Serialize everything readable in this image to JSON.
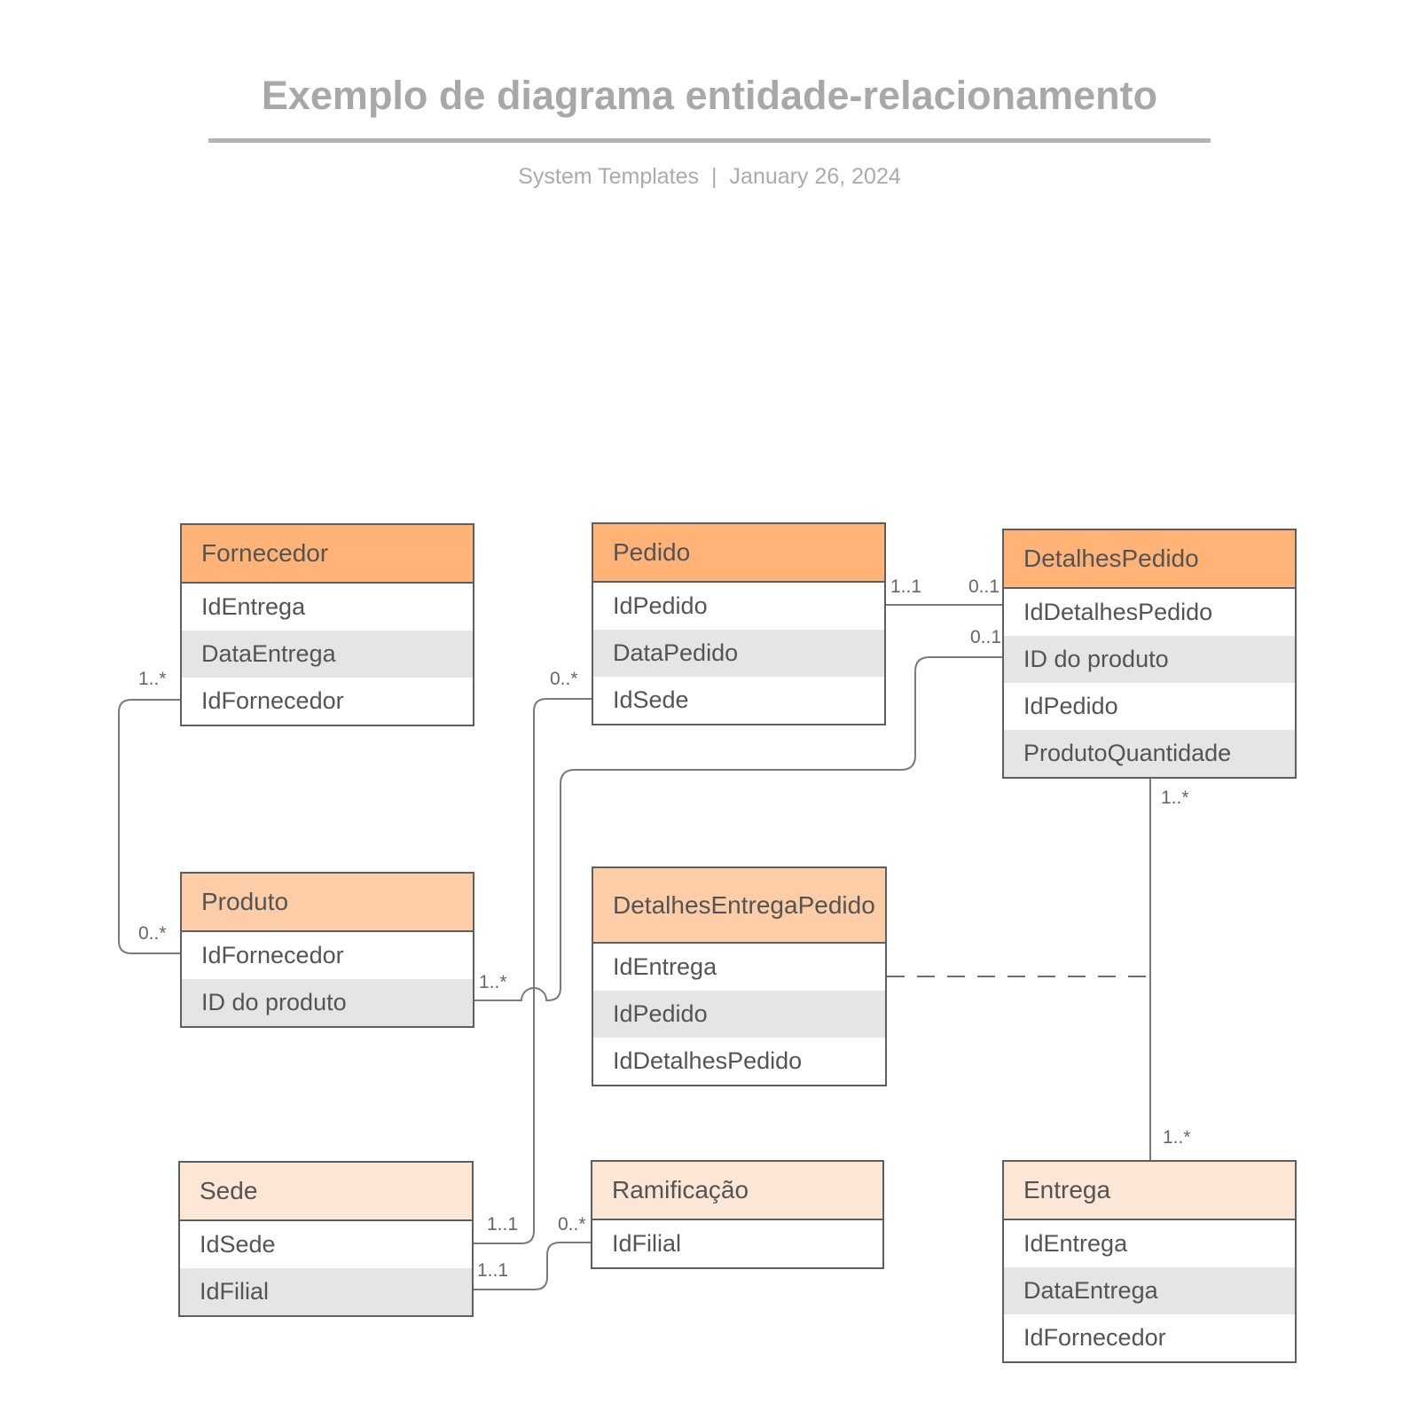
{
  "title_block": {
    "title": "Exemplo de diagrama entidade-relacionamento",
    "byline": "System Templates",
    "separator": "|",
    "date": "January 26, 2024"
  },
  "colors": {
    "header_dark_orange": "#ffb377",
    "header_medium_orange": "#fccda6",
    "header_light_peach": "#fce6d5",
    "row_alt_gray": "#e5e5e5",
    "entity_border": "#5e5e5e",
    "connector_line": "#7a7a7a",
    "entity_text": "#545454",
    "title_text": "#a8a8a8"
  },
  "entities": [
    {
      "name": "Fornecedor",
      "tone": "dark",
      "fields": [
        "IdEntrega",
        "DataEntrega",
        "IdFornecedor"
      ]
    },
    {
      "name": "Pedido",
      "tone": "dark",
      "fields": [
        "IdPedido",
        "DataPedido",
        "IdSede"
      ]
    },
    {
      "name": "DetalhesPedido",
      "tone": "dark",
      "fields": [
        "IdDetalhesPedido",
        "ID do produto",
        "IdPedido",
        "ProdutoQuantidade"
      ]
    },
    {
      "name": "Produto",
      "tone": "medium",
      "fields": [
        "IdFornecedor",
        "ID do produto"
      ]
    },
    {
      "name": "DetalhesEntregaPedido",
      "tone": "medium",
      "fields": [
        "IdEntrega",
        "IdPedido",
        "IdDetalhesPedido"
      ]
    },
    {
      "name": "Sede",
      "tone": "light",
      "fields": [
        "IdSede",
        "IdFilial"
      ]
    },
    {
      "name": "Ramificação",
      "tone": "light",
      "fields": [
        "IdFilial"
      ]
    },
    {
      "name": "Entrega",
      "tone": "light",
      "fields": [
        "IdEntrega",
        "DataEntrega",
        "IdFornecedor"
      ]
    }
  ],
  "relationships": [
    {
      "from": "Fornecedor",
      "from_field": "IdFornecedor",
      "from_card": "1..*",
      "to": "Produto",
      "to_field": "IdFornecedor",
      "to_card": "0..*",
      "style": "solid"
    },
    {
      "from": "Pedido",
      "from_field": "IdPedido",
      "from_card": "1..1",
      "to": "DetalhesPedido",
      "to_field": "IdDetalhesPedido",
      "to_card": "0..1",
      "style": "solid"
    },
    {
      "from": "Produto",
      "from_field": "ID do produto",
      "from_card": "1..*",
      "to": "DetalhesPedido",
      "to_field": "ID do produto",
      "to_card": "0..1",
      "style": "solid"
    },
    {
      "from": "Pedido",
      "from_field": "IdSede",
      "from_card": "0..*",
      "to": "Sede",
      "to_field": "IdSede",
      "to_card": "1..1",
      "style": "solid"
    },
    {
      "from": "Ramificação",
      "from_field": "IdFilial",
      "from_card": "0..*",
      "to": "Sede",
      "to_field": "IdFilial",
      "to_card": "1..1",
      "style": "solid"
    },
    {
      "from": "DetalhesPedido",
      "from_card": "1..*",
      "to": "Entrega",
      "to_card": "1..*",
      "style": "solid"
    },
    {
      "from": "DetalhesEntregaPedido",
      "to": "DetalhesPedido-Entrega",
      "style": "dashed"
    }
  ]
}
